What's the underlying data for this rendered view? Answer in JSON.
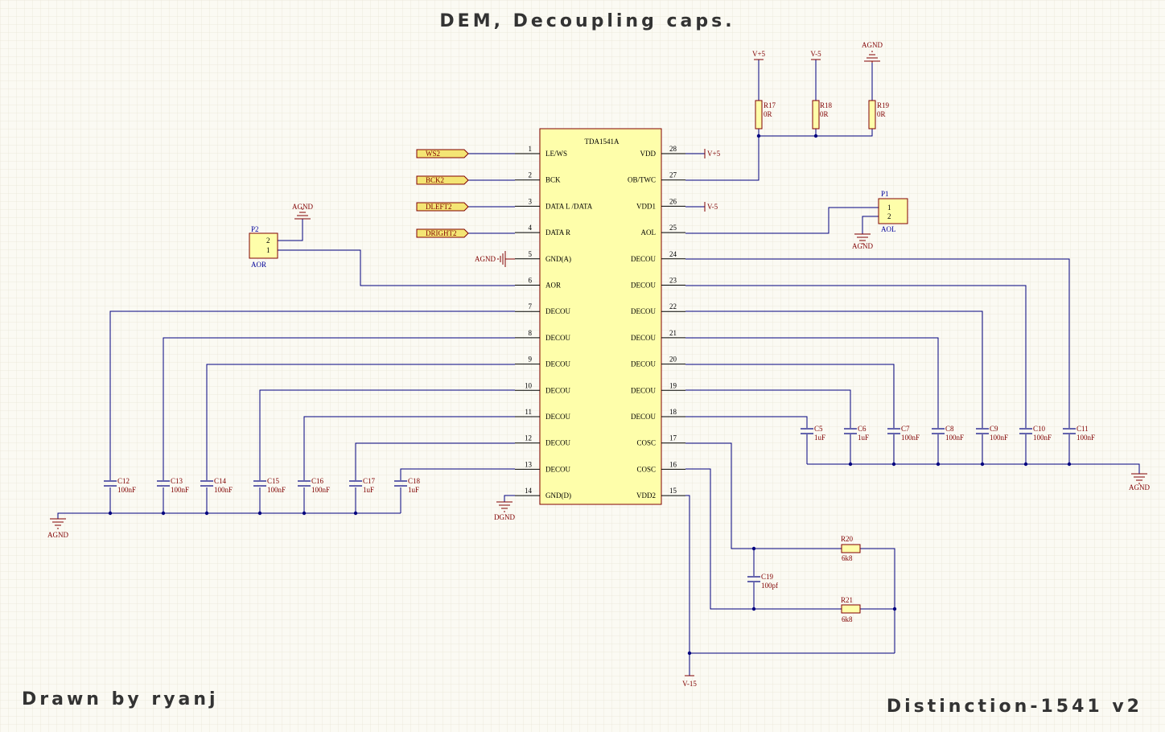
{
  "title": "DEM, Decoupling caps.",
  "drawn_by": "Drawn by ryanj",
  "project": "Distinction-1541 v2",
  "colors": {
    "background": "#fbfaf3",
    "grid": "#ece9dd",
    "wire": "#00007f",
    "component": "#800000",
    "chip_fill": "#fefeaa",
    "port_fill": "#f4e574",
    "text": "#000000",
    "designator": "#000099"
  },
  "chip": {
    "name": "TDA1541A",
    "left_pins": [
      {
        "num": "1",
        "name": "LE/WS"
      },
      {
        "num": "2",
        "name": "BCK"
      },
      {
        "num": "3",
        "name": "DATA L  /DATA"
      },
      {
        "num": "4",
        "name": "DATA R"
      },
      {
        "num": "5",
        "name": "GND(A)"
      },
      {
        "num": "6",
        "name": "AOR"
      },
      {
        "num": "7",
        "name": "DECOU"
      },
      {
        "num": "8",
        "name": "DECOU"
      },
      {
        "num": "9",
        "name": "DECOU"
      },
      {
        "num": "10",
        "name": "DECOU"
      },
      {
        "num": "11",
        "name": "DECOU"
      },
      {
        "num": "12",
        "name": "DECOU"
      },
      {
        "num": "13",
        "name": "DECOU"
      },
      {
        "num": "14",
        "name": "GND(D)"
      }
    ],
    "right_pins": [
      {
        "num": "28",
        "name": "VDD"
      },
      {
        "num": "27",
        "name": "OB/TWC"
      },
      {
        "num": "26",
        "name": "VDD1"
      },
      {
        "num": "25",
        "name": "AOL"
      },
      {
        "num": "24",
        "name": "DECOU"
      },
      {
        "num": "23",
        "name": "DECOU"
      },
      {
        "num": "22",
        "name": "DECOU"
      },
      {
        "num": "21",
        "name": "DECOU"
      },
      {
        "num": "20",
        "name": "DECOU"
      },
      {
        "num": "19",
        "name": "DECOU"
      },
      {
        "num": "18",
        "name": "DECOU"
      },
      {
        "num": "17",
        "name": "COSC"
      },
      {
        "num": "16",
        "name": "COSC"
      },
      {
        "num": "15",
        "name": "VDD2"
      }
    ]
  },
  "ports": [
    "WS2",
    "BCK2",
    "DLEFT2",
    "DRIGHT2"
  ],
  "power": {
    "vpos": "V+5",
    "vneg": "V-5",
    "agnd": "AGND",
    "dgnd": "DGND",
    "v15": "V-15"
  },
  "resistors": [
    {
      "ref": "R17",
      "value": "0R"
    },
    {
      "ref": "R18",
      "value": "0R"
    },
    {
      "ref": "R19",
      "value": "0R"
    },
    {
      "ref": "R20",
      "value": "6k8"
    },
    {
      "ref": "R21",
      "value": "6k8"
    }
  ],
  "capacitors": [
    {
      "ref": "C5",
      "value": "1uF"
    },
    {
      "ref": "C6",
      "value": "1uF"
    },
    {
      "ref": "C7",
      "value": "100nF"
    },
    {
      "ref": "C8",
      "value": "100nF"
    },
    {
      "ref": "C9",
      "value": "100nF"
    },
    {
      "ref": "C10",
      "value": "100nF"
    },
    {
      "ref": "C11",
      "value": "100nF"
    },
    {
      "ref": "C12",
      "value": "100nF"
    },
    {
      "ref": "C13",
      "value": "100nF"
    },
    {
      "ref": "C14",
      "value": "100nF"
    },
    {
      "ref": "C15",
      "value": "100nF"
    },
    {
      "ref": "C16",
      "value": "100nF"
    },
    {
      "ref": "C17",
      "value": "1uF"
    },
    {
      "ref": "C18",
      "value": "1uF"
    },
    {
      "ref": "C19",
      "value": "100pf"
    }
  ],
  "connectors": [
    {
      "ref": "P1",
      "label": "AOL",
      "pins": [
        "1",
        "2"
      ]
    },
    {
      "ref": "P2",
      "label": "AOR",
      "pins": [
        "2",
        "1"
      ]
    }
  ]
}
